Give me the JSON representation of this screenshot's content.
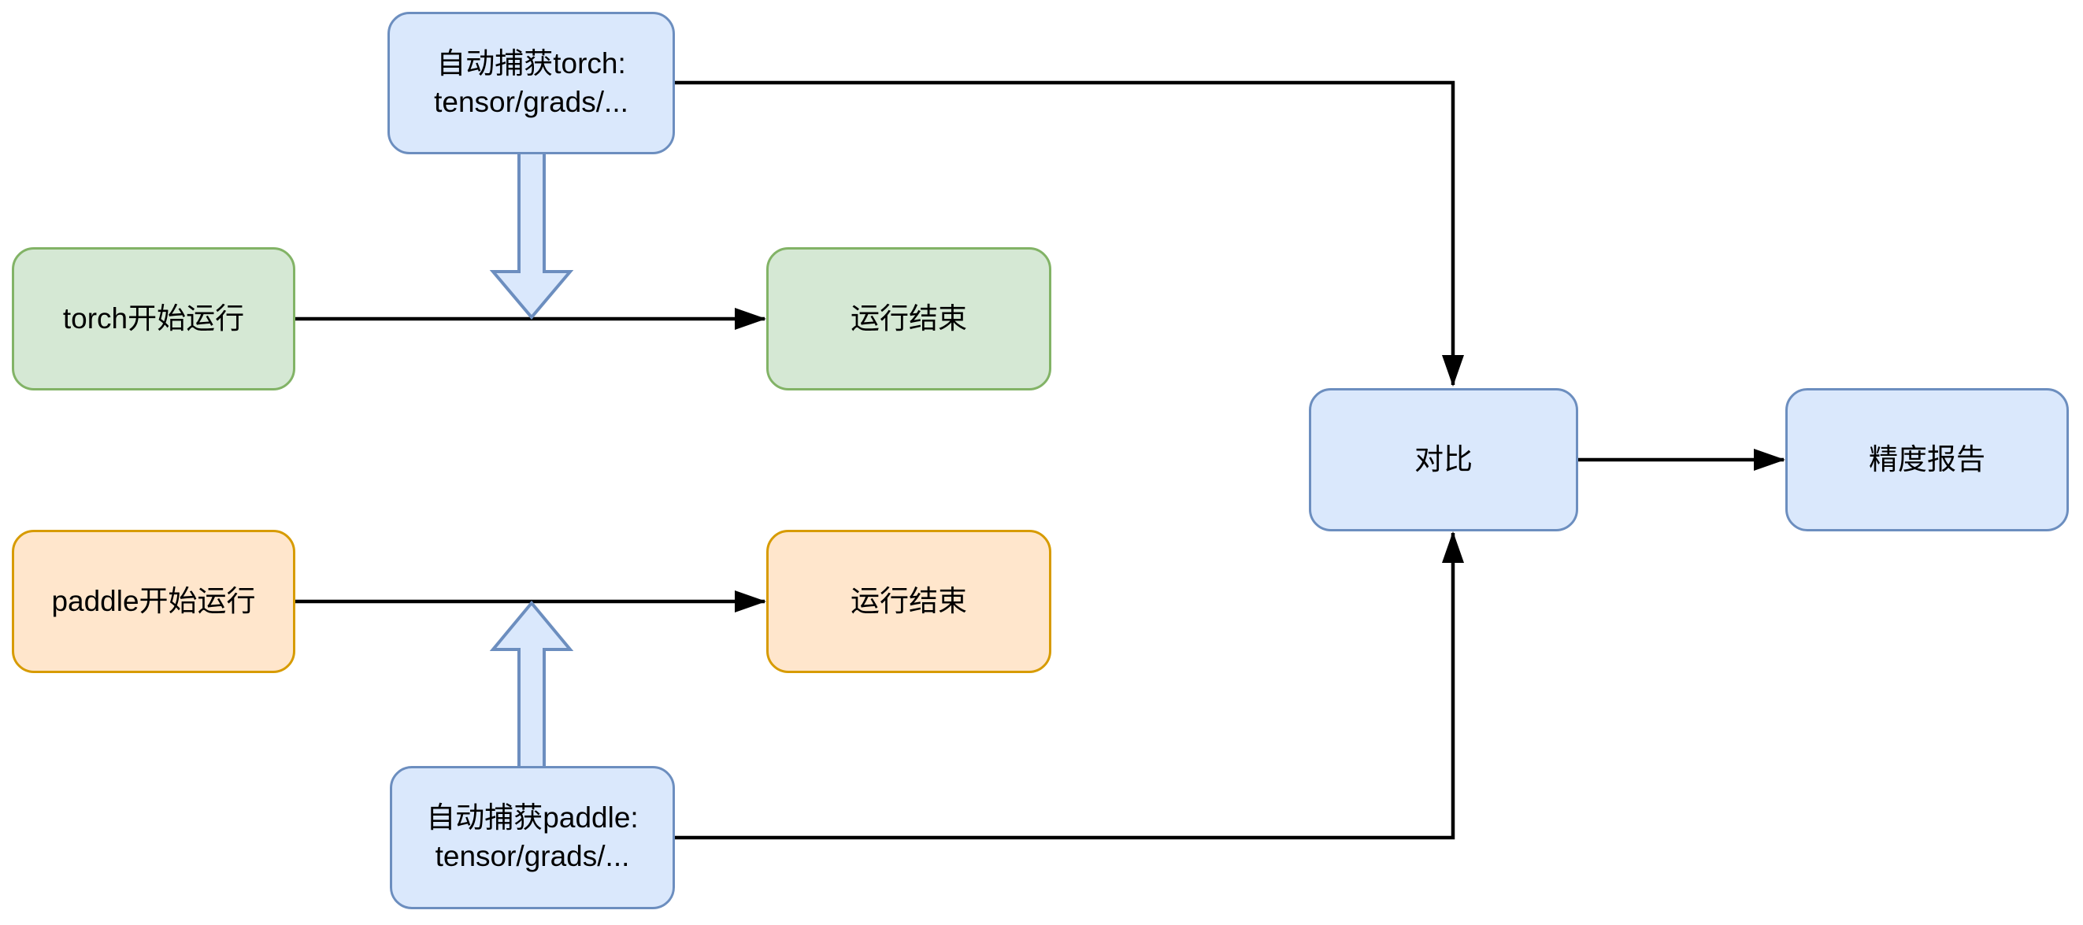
{
  "diagram": {
    "type": "flowchart",
    "nodes": {
      "capture_torch": {
        "label": "自动捕获torch:\ntensor/grads/...",
        "color": "blue"
      },
      "torch_start": {
        "label": "torch开始运行",
        "color": "green"
      },
      "torch_end": {
        "label": "运行结束",
        "color": "green"
      },
      "paddle_start": {
        "label": "paddle开始运行",
        "color": "orange"
      },
      "paddle_end": {
        "label": "运行结束",
        "color": "orange"
      },
      "capture_paddle": {
        "label": "自动捕获paddle:\ntensor/grads/...",
        "color": "blue"
      },
      "compare": {
        "label": "对比",
        "color": "blue"
      },
      "report": {
        "label": "精度报告",
        "color": "blue"
      }
    },
    "edges": [
      {
        "from": "torch_start",
        "to": "torch_end",
        "style": "straight-arrow"
      },
      {
        "from": "paddle_start",
        "to": "paddle_end",
        "style": "straight-arrow"
      },
      {
        "from": "capture_torch",
        "to": "compare",
        "style": "elbow-arrow"
      },
      {
        "from": "capture_paddle",
        "to": "compare",
        "style": "elbow-arrow"
      },
      {
        "from": "compare",
        "to": "report",
        "style": "straight-arrow"
      },
      {
        "from": "capture_torch",
        "to": "torch-run-line",
        "style": "block-arrow-down"
      },
      {
        "from": "capture_paddle",
        "to": "paddle-run-line",
        "style": "block-arrow-up"
      }
    ],
    "colors": {
      "background": "#ffffff",
      "text": "#000000",
      "connector": "#000000",
      "blue_fill": "#dae8fc",
      "blue_stroke": "#6c8ebf",
      "green_fill": "#d5e8d4",
      "green_stroke": "#82b366",
      "orange_fill": "#ffe6cc",
      "orange_stroke": "#d79b00"
    }
  }
}
